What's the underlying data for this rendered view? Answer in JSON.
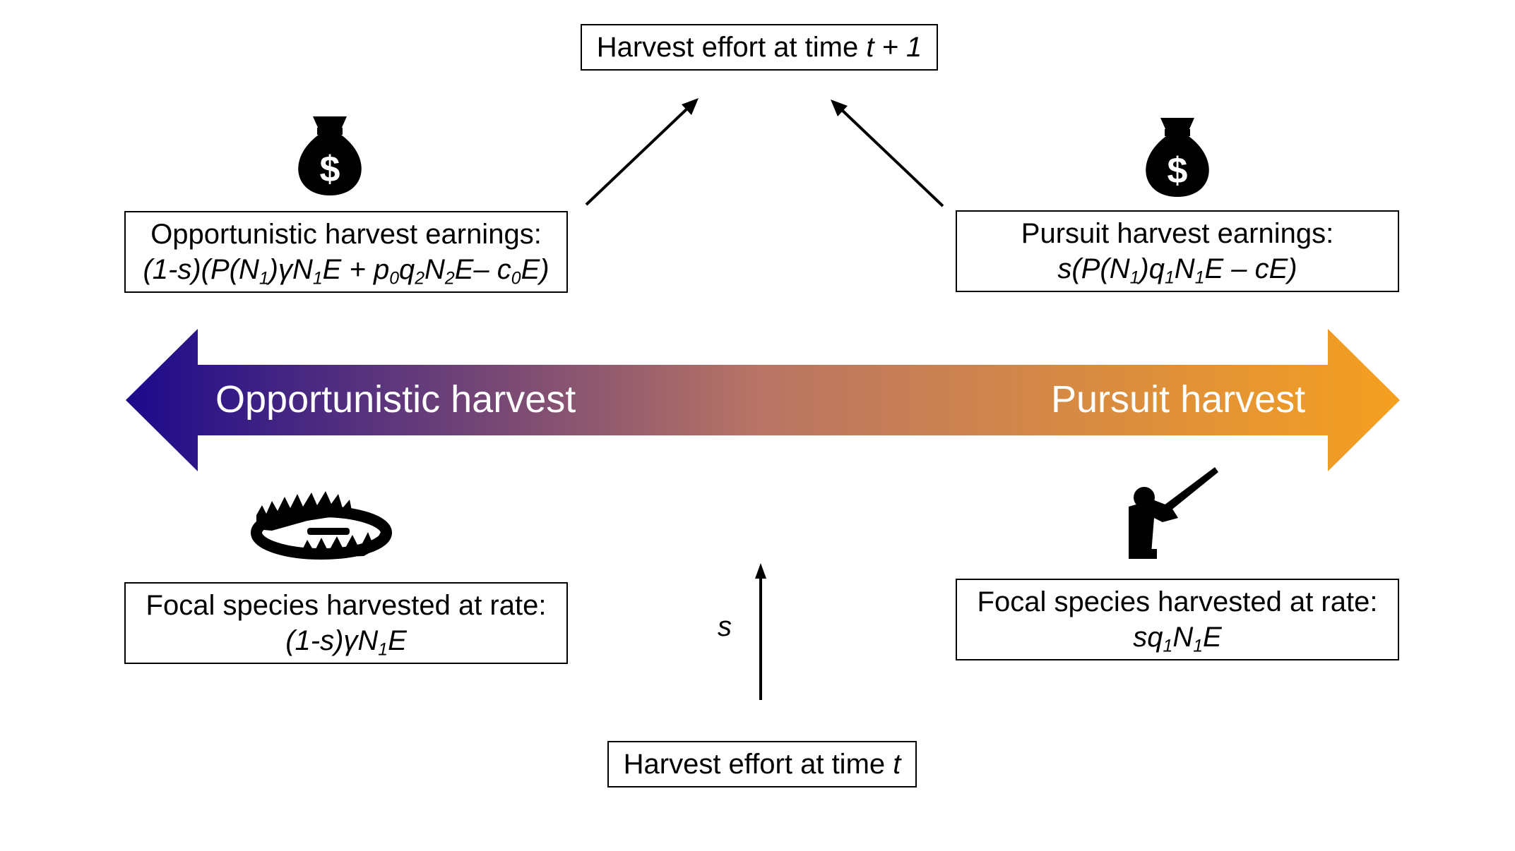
{
  "top_box": {
    "prefix": "Harvest effort at time ",
    "italic": "t + 1"
  },
  "bottom_box": {
    "prefix": "Harvest effort at time ",
    "italic": "t"
  },
  "left_earnings": {
    "title": "Opportunistic harvest earnings:",
    "f1": "(1-s)(P(N",
    "s1": "1",
    "f2": ")γN",
    "s2": "1",
    "f3": "E + p",
    "s3": "0",
    "f4": "q",
    "s4": "2",
    "f5": "N",
    "s5": "2",
    "f6": "E– c",
    "s6": "0",
    "f7": "E)"
  },
  "right_earnings": {
    "title": "Pursuit harvest earnings:",
    "f1": "s(P(N",
    "s1": "1",
    "f2": ")q",
    "s2": "1",
    "f3": "N",
    "s3": "1",
    "f4": "E – cE)"
  },
  "left_rate": {
    "title": "Focal species harvested at rate:",
    "f1": "(1-s)γN",
    "s1": "1",
    "f2": "E"
  },
  "right_rate": {
    "title": "Focal species harvested at rate:",
    "f1": "sq",
    "s1": "1",
    "f2": "N",
    "s2": "1",
    "f3": "E"
  },
  "band": {
    "left_label": "Opportunistic harvest",
    "right_label": "Pursuit harvest",
    "color_left": "#1c0a8c",
    "color_mid": "#b97565",
    "color_right": "#f5a020"
  },
  "arrow_label": "s",
  "icons": {
    "money_left": "money-bag-icon",
    "money_right": "money-bag-icon",
    "money_symbol": "$",
    "trap": "bear-trap-icon",
    "hunter": "hunter-with-rifle-icon"
  }
}
